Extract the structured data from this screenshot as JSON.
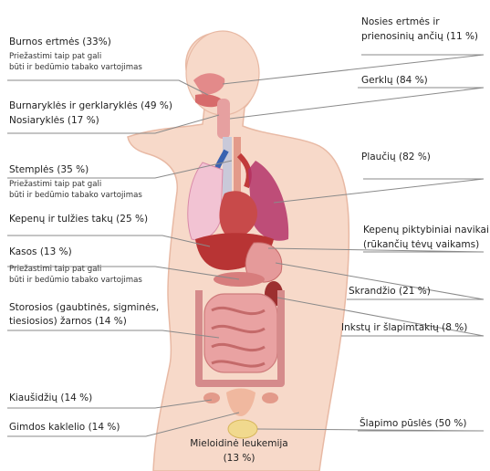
{
  "labels": {
    "burnos": "Burnos ertmės (33%)",
    "burnos_note_1": "Priežastimi taip pat gali",
    "burnos_note_2": "būti ir bedūmio tabako vartojimas",
    "burnarykles_1": "Burnaryklės ir gerklaryklės (49 %)",
    "burnarykles_2": "Nosiaryklės (17 %)",
    "stemples": "Stemplės (35 %)",
    "stemples_note_1": "Priežastimi taip pat gali",
    "stemples_note_2": "būti ir bedūmio tabako vartojimas",
    "kepenu_tulzies": "Kepenų ir tulžies takų (25 %)",
    "kasos": "Kasos (13 %)",
    "kasos_note_1": "Priežastimi taip pat gali",
    "kasos_note_2": "būti ir bedūmio tabako vartojimas",
    "storosios_1": "Storosios (gaubtinės, sigminės,",
    "storosios_2": "tiesiosios) žarnos (14 %)",
    "kiausidziu": "Kiaušidžių (14 %)",
    "gimdos": "Gimdos kaklelio (14 %)",
    "nosies_1": "Nosies ertmės ir",
    "nosies_2": "prienosinių ančių (11 %)",
    "gerklu": "Gerklų (84 %)",
    "plauciu": "Plaučių (82 %)",
    "kepenu_navikai_1": "Kepenų piktybiniai navikai",
    "kepenu_navikai_2": "(rūkančių tėvų vaikams)",
    "skrandzio": "Skrandžio (21 %)",
    "inkstu": "Inkstų ir šlapimtakių (8 %)",
    "slapimo": "Šlapimo pūslės (50 %)",
    "leukemija_1": "Mieloidinė leukemija",
    "leukemija_2": "(13 %)"
  },
  "colors": {
    "skin": "#f7d9c9",
    "skin_edge": "#e8b9a4",
    "leader": "#8a8a8a",
    "organ_red": "#c84a4a",
    "intestine": "#e9a2a2",
    "lung": "#b4346a",
    "liver": "#b83434"
  }
}
